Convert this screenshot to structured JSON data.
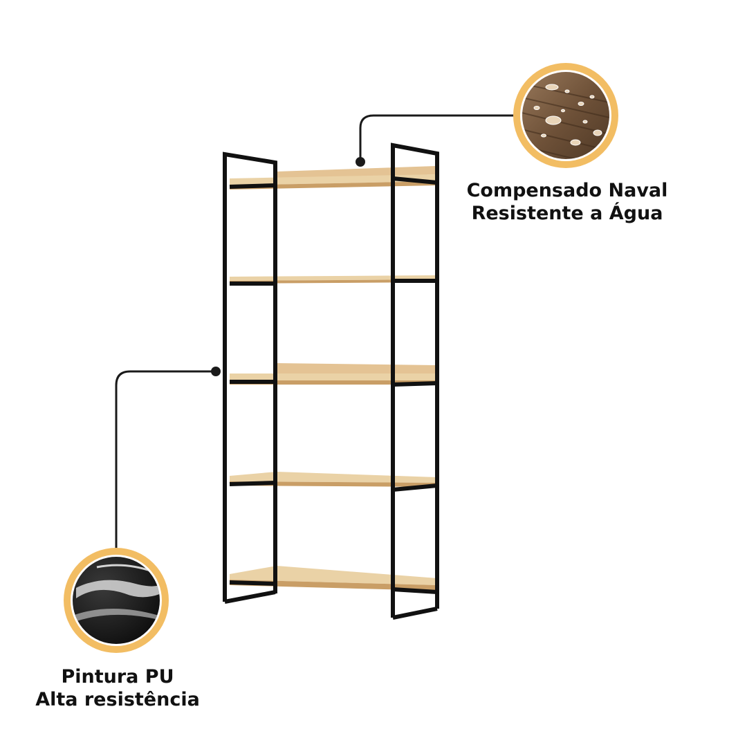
{
  "features": [
    {
      "id": "wood",
      "icon": "water-drops-on-wood-icon",
      "line1": "Compensado Naval",
      "line2": "Resistente a Água"
    },
    {
      "id": "paint",
      "icon": "glossy-black-paint-icon",
      "line1": "Pintura PU",
      "line2": "Alta resistência"
    }
  ],
  "colors": {
    "frame": "#111111",
    "shelf_top": "#ead2a6",
    "shelf_front": "#dcb57e",
    "ring": "#f2bd63",
    "callout_line": "#1a1a1a",
    "text": "#111111"
  }
}
